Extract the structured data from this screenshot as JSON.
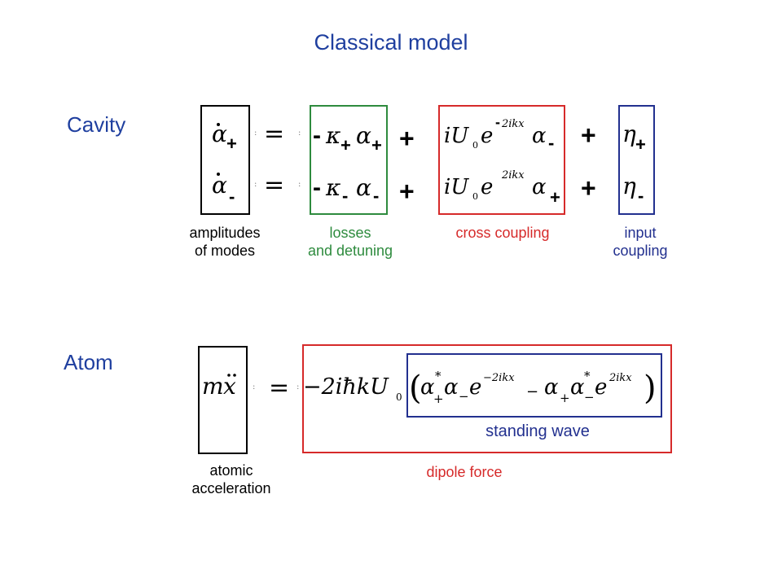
{
  "title": "Classical model",
  "sections": {
    "cavity": "Cavity",
    "atom": "Atom"
  },
  "captions": {
    "amplitudes": "amplitudes\nof modes",
    "losses": "losses\nand detuning",
    "cross": "cross coupling",
    "input": "input\ncoupling",
    "accel": "atomic\nacceleration",
    "dipole": "dipole force",
    "standing": "standing wave"
  },
  "colors": {
    "title": "#1f3f9f",
    "amplitudes_box": "#000000",
    "losses_box": "#2e8b3e",
    "cross_box": "#d62a2a",
    "input_box": "#22308f",
    "dipole_box": "#d62a2a",
    "standing_box": "#22308f"
  },
  "equations": {
    "cavity_row1": {
      "lhs": "α̇₊",
      "eq": "=",
      "losses": "-κ₊α₊",
      "plus1": "+",
      "cross": "iU₀e^{-2ikx}α₋",
      "plus2": "+",
      "input": "η₊"
    },
    "cavity_row2": {
      "lhs": "α̇₋",
      "eq": "=",
      "losses": "-κ₋α₋",
      "plus1": "+",
      "cross": "iU₀e^{2ikx}α₊",
      "plus2": "+",
      "input": "η₋"
    },
    "atom": {
      "lhs": "mẍ",
      "eq": "=",
      "prefactor": "−2iħkU₀",
      "standing": "(α₊*α₋e^{−2ikx} − α₊α₋*e^{2ikx})"
    }
  }
}
